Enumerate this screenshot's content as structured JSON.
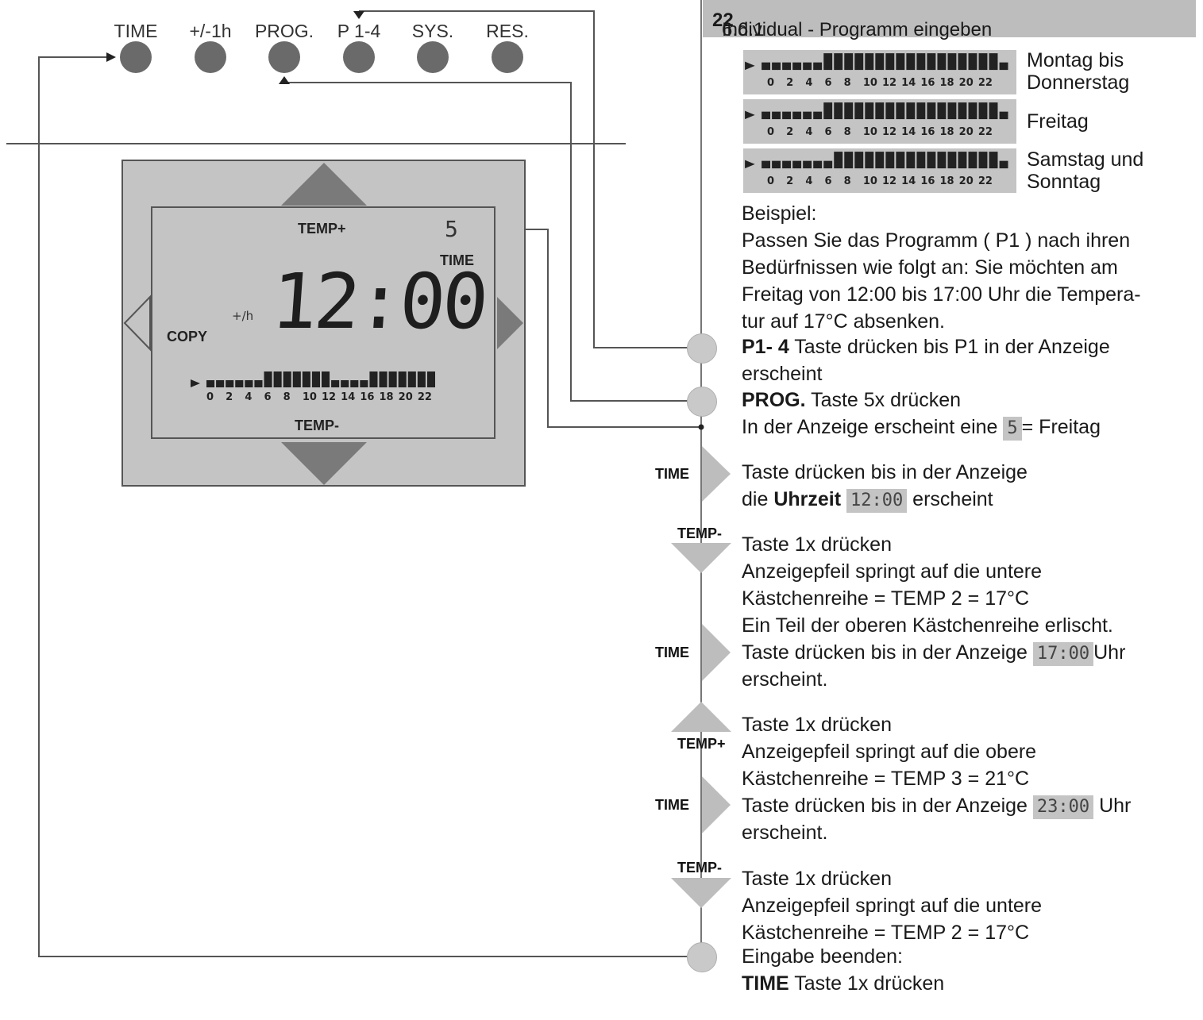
{
  "buttons": [
    {
      "label": "TIME"
    },
    {
      "label": "+/-1h"
    },
    {
      "label": "PROG."
    },
    {
      "label": "P 1-4"
    },
    {
      "label": "SYS."
    },
    {
      "label": "RES."
    }
  ],
  "lcd": {
    "temp_plus": "TEMP+",
    "temp_minus": "TEMP-",
    "day_digit": "5",
    "time_label": "TIME",
    "clock": "12:00",
    "plus_one_h": "+/h",
    "copy": "COPY",
    "hours": [
      "0",
      "2",
      "4",
      "6",
      "8",
      "10",
      "12",
      "14",
      "16",
      "18",
      "20",
      "22"
    ]
  },
  "section": {
    "number": "6.6.1",
    "title": "Individual - Programm eingeben",
    "page": "22"
  },
  "day_groups": [
    {
      "line1": "Montag bis",
      "line2": "Donnerstag"
    },
    {
      "line1": "Freitag",
      "line2": ""
    },
    {
      "line1": "Samstag und",
      "line2": "Sonntag"
    }
  ],
  "side_labels": {
    "time": "TIME",
    "temp_minus": "TEMP-",
    "temp_plus": "TEMP+"
  },
  "text": {
    "beispiel": "Beispiel:",
    "intro1": "Passen Sie das Programm ( P1 ) nach ihren",
    "intro2": "Bedürfnissen wie folgt an: Sie möchten am",
    "intro3": "Freitag von 12:00 bis 17:00 Uhr die Tempera-",
    "intro4": "tur auf 17°C absenken.",
    "p14_bold": "P1- 4",
    "p14_rest": " Taste drücken bis P1 in der Anzeige",
    "p14_line2": "erscheint",
    "prog_bold": "PROG.",
    "prog_rest": " Taste 5x drücken",
    "anzeige_5_pre": "In der Anzeige erscheint eine ",
    "anzeige_5_digit": "5",
    "anzeige_5_post": "= Freitag",
    "time1_line1": "Taste drücken bis in der Anzeige",
    "time1_pre": "die ",
    "time1_bold": "Uhrzeit",
    "time1_lcd": "12:00",
    "time1_post": " erscheint",
    "tm1_l1": "Taste 1x drücken",
    "tm1_l2": "Anzeigepfeil springt auf die untere",
    "tm1_l3": "Kästchenreihe = TEMP 2 = 17°C",
    "tm1_l4": "Ein Teil der oberen Kästchenreihe erlischt.",
    "t2_pre": "Taste drücken bis in der Anzeige ",
    "t2_lcd": "17:00",
    "t2_post": "Uhr",
    "t2_l2": "erscheint.",
    "tp_l1": "Taste 1x drücken",
    "tp_l2": "Anzeigepfeil springt auf die obere",
    "tp_l3": "Kästchenreihe = TEMP 3 = 21°C",
    "t3_pre": "Taste drücken bis in der Anzeige ",
    "t3_lcd": "23:00",
    "t3_post": " Uhr",
    "t3_l2": "erscheint.",
    "tm2_l1": "Taste 1x drücken",
    "tm2_l2": "Anzeigepfeil springt auf die untere",
    "tm2_l3": "Kästchenreihe = TEMP 2 = 17°C",
    "end_l1": "Eingabe beenden:",
    "end_bold": "TIME",
    "end_rest": " Taste 1x drücken"
  },
  "colors": {
    "lcd_bg": "#c4c4c4",
    "button": "#6a6a6a",
    "header": "#bdbdbd"
  }
}
